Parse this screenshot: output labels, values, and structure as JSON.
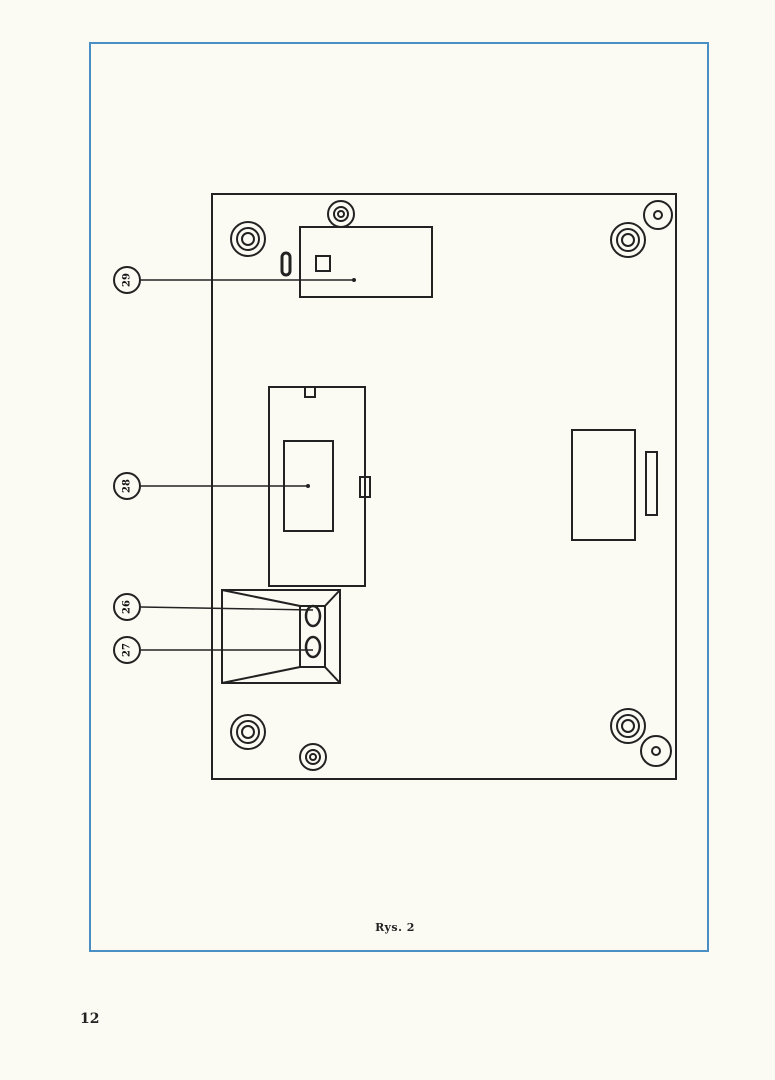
{
  "figure": {
    "caption": "Rys. 2",
    "page_number": "12",
    "callouts": [
      {
        "id": "29",
        "label": "29"
      },
      {
        "id": "28",
        "label": "28"
      },
      {
        "id": "26",
        "label": "26"
      },
      {
        "id": "27",
        "label": "27"
      }
    ]
  },
  "colors": {
    "frame_border": "#4a8fc4",
    "paper": "#fbfaf3",
    "ink": "#222222"
  }
}
